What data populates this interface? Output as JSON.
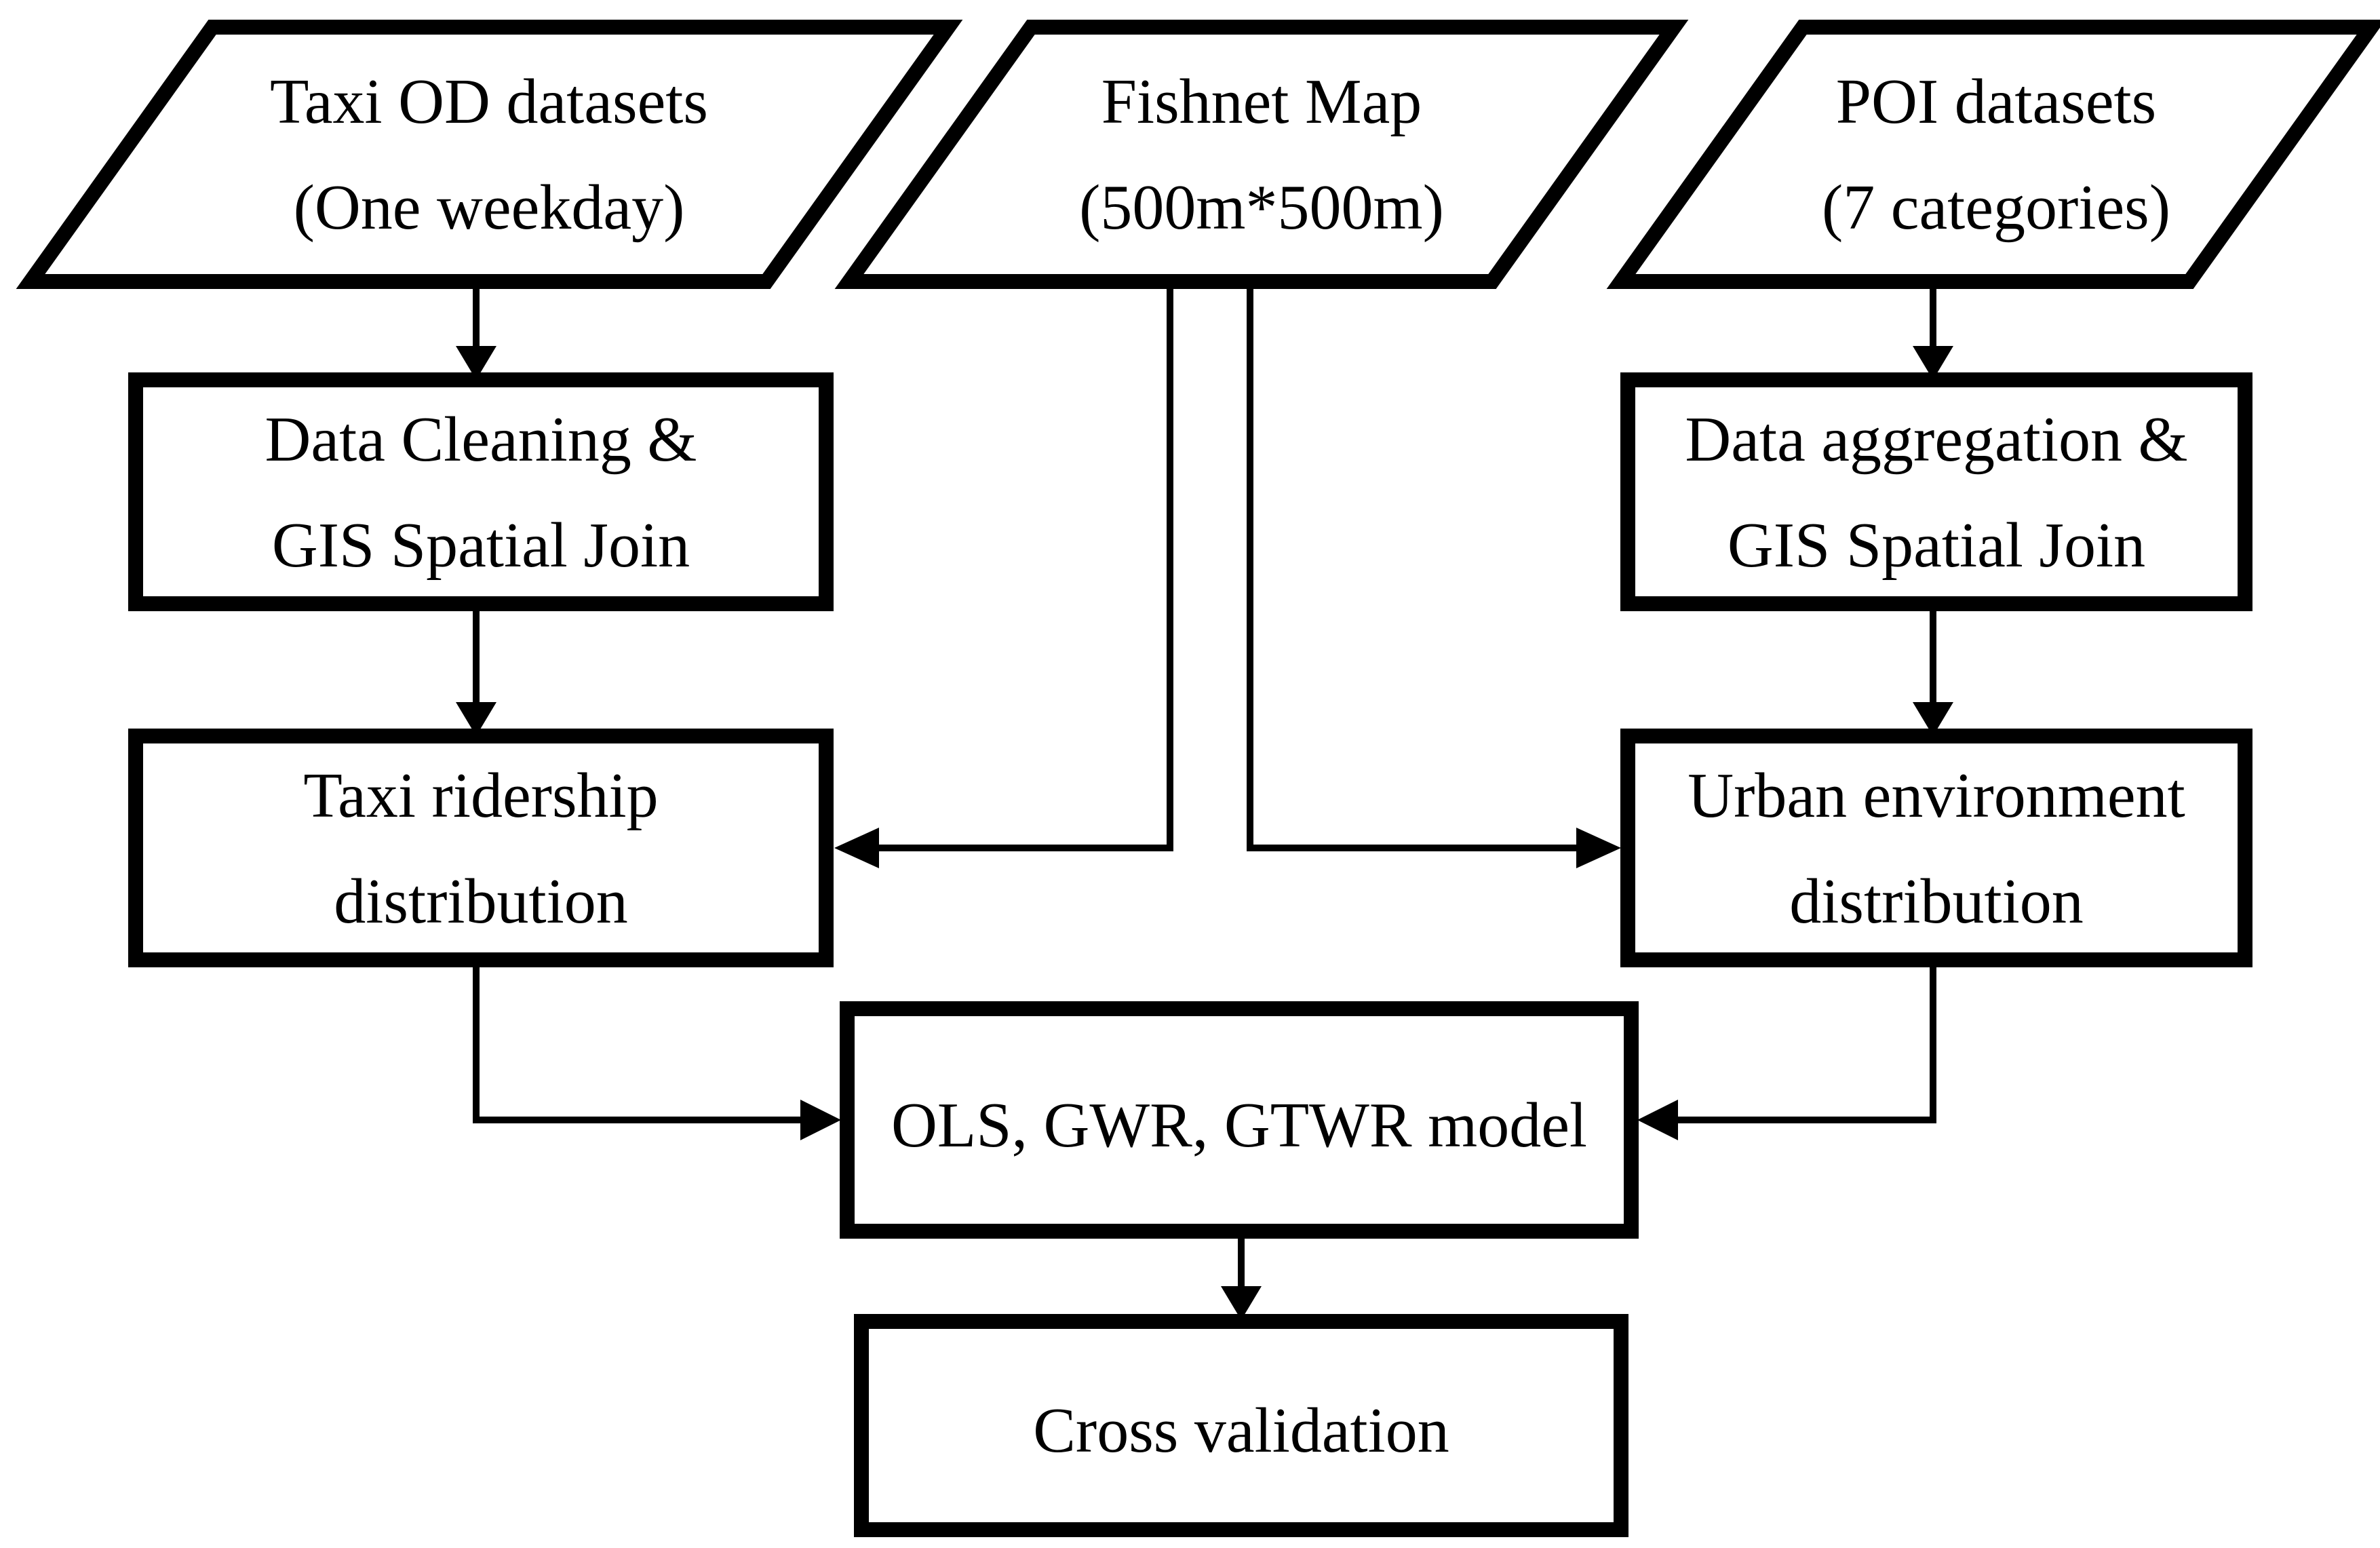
{
  "title": "Methodology flowchart",
  "colors": {
    "ink": "#000000",
    "background": "#ffffff"
  },
  "nodes": {
    "taxi_od": {
      "shape": "parallelogram",
      "line1": "Taxi OD datasets",
      "line2": "(One weekday)"
    },
    "fishnet": {
      "shape": "parallelogram",
      "line1": "Fishnet Map",
      "line2": "(500m*500m)"
    },
    "poi": {
      "shape": "parallelogram",
      "line1": "POI datasets",
      "line2": "(7 categories)"
    },
    "cleaning": {
      "shape": "rectangle",
      "line1": "Data Cleaning &",
      "line2": "GIS Spatial Join"
    },
    "aggregation": {
      "shape": "rectangle",
      "line1": "Data aggregation &",
      "line2": "GIS Spatial Join"
    },
    "ridership": {
      "shape": "rectangle",
      "line1": "Taxi ridership",
      "line2": "distribution"
    },
    "urban": {
      "shape": "rectangle",
      "line1": "Urban environment",
      "line2": "distribution"
    },
    "model": {
      "shape": "rectangle",
      "label": "OLS, GWR, GTWR model"
    },
    "validation": {
      "shape": "rectangle",
      "label": "Cross validation"
    }
  }
}
